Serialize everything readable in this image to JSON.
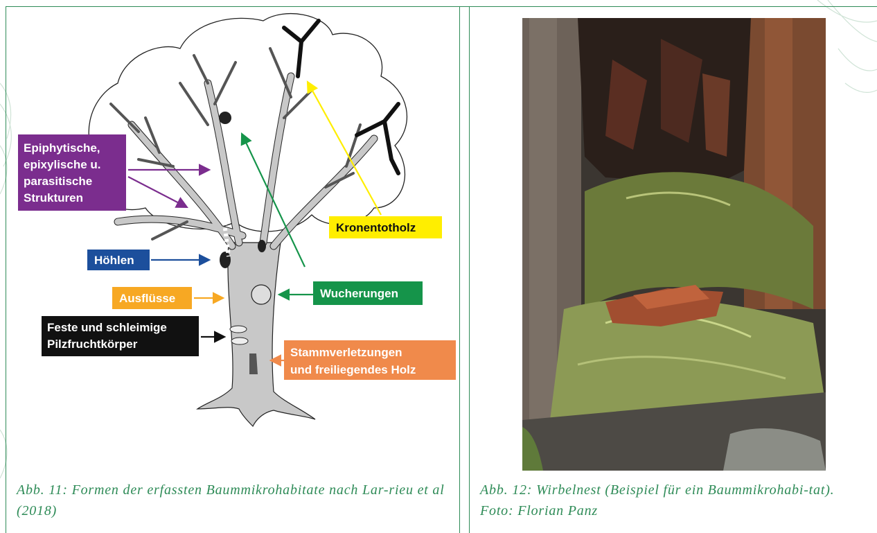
{
  "figure_left": {
    "labels": {
      "epiphytes": [
        "Epiphytische,",
        "epixylische u.",
        "parasitische",
        "Strukturen"
      ],
      "crown_deadwood": "Kronentotholz",
      "cavities": "Höhlen",
      "outflows": "Ausflüsse",
      "growths": "Wucherungen",
      "fungi": [
        "Feste und schleimige",
        "Pilzfruchtkörper"
      ],
      "trunk_injuries": [
        "Stammverletzungen",
        "und freiliegendes Holz"
      ]
    },
    "label_colors": {
      "epiphytes": "#7b2d8e",
      "crown_deadwood": "#ffee00",
      "cavities": "#1c4f9c",
      "outflows": "#f7a823",
      "growths": "#15944a",
      "fungi": "#111111",
      "trunk_injuries": "#f08a4b"
    },
    "caption": "Abb. 11: Formen der erfassten Baummikrohabitate nach Lar-rieu et al (2018)"
  },
  "figure_right": {
    "caption": "Abb. 12: Wirbelnest (Beispiel für ein Baummikrohabi-tat). Foto: Florian Panz"
  },
  "colors": {
    "accent": "#2e8b57"
  }
}
